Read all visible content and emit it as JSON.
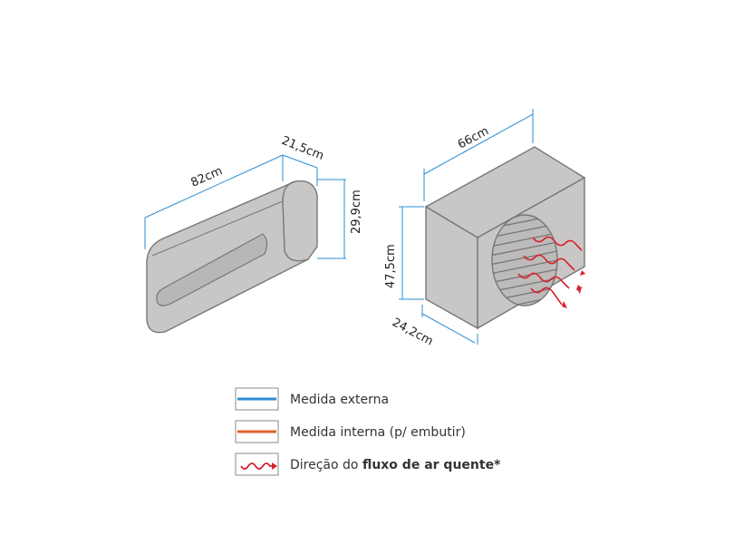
{
  "colors": {
    "body_fill": "#c9c6c6",
    "outline": "#777777",
    "external_line": "#2a8fd6",
    "internal_line": "#e0622a",
    "airflow": "#d7202c"
  },
  "indoor_unit": {
    "width": "82cm",
    "depth": "21,5cm",
    "height": "29,9cm"
  },
  "outdoor_unit": {
    "width": "66cm",
    "height": "47,5cm",
    "depth": "24,2cm"
  },
  "legend": {
    "external": "Medida externa",
    "internal": "Medida interna (p/ embutir)",
    "airflow_prefix": "Direção do ",
    "airflow_bold": "fluxo de ar quente*"
  }
}
